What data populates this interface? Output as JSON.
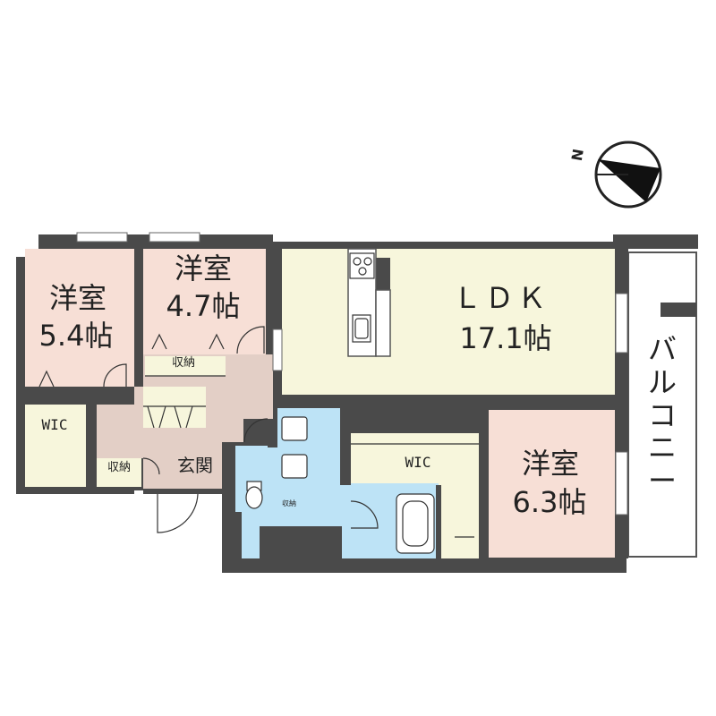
{
  "rooms": {
    "western_room_a": {
      "name": "洋室",
      "size": "5.4帖"
    },
    "western_room_b": {
      "name": "洋室",
      "size": "4.7帖"
    },
    "ldk": {
      "name": "ＬＤＫ",
      "size": "17.1帖"
    },
    "western_room_c": {
      "name": "洋室",
      "size": "6.3帖"
    },
    "wic_a": "WIC",
    "wic_b": "WIC",
    "storage_a": "収納",
    "storage_b": "収納",
    "storage_c": "収納",
    "entrance": "玄関",
    "balcony": "バルコニー"
  },
  "compass": {
    "north_label": "N"
  },
  "colors": {
    "wall": "#4a4a4a",
    "western_room": "#f7dfd6",
    "ldk": "#f7f6dc",
    "wic": "#f7f6dc",
    "hall": "#e3cfc6",
    "wet_area": "#bde3f6",
    "balcony": "#ffffff"
  }
}
